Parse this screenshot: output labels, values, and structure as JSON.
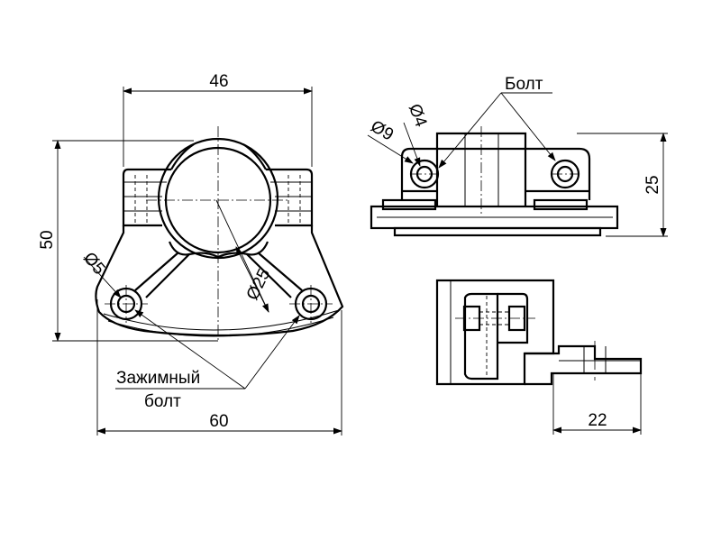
{
  "front_view": {
    "dim_width_top": "46",
    "dim_height": "50",
    "dim_hole": "Ø5",
    "dim_bore": "Ø25",
    "dim_width_bottom": "60",
    "label_bolt_line1": "Зажимный",
    "label_bolt_line2": "болт"
  },
  "top_view": {
    "dim_outer": "Ø9",
    "dim_inner": "Ø4",
    "label_bolt": "Болт",
    "dim_height": "25"
  },
  "side_view": {
    "dim_flange": "22"
  }
}
